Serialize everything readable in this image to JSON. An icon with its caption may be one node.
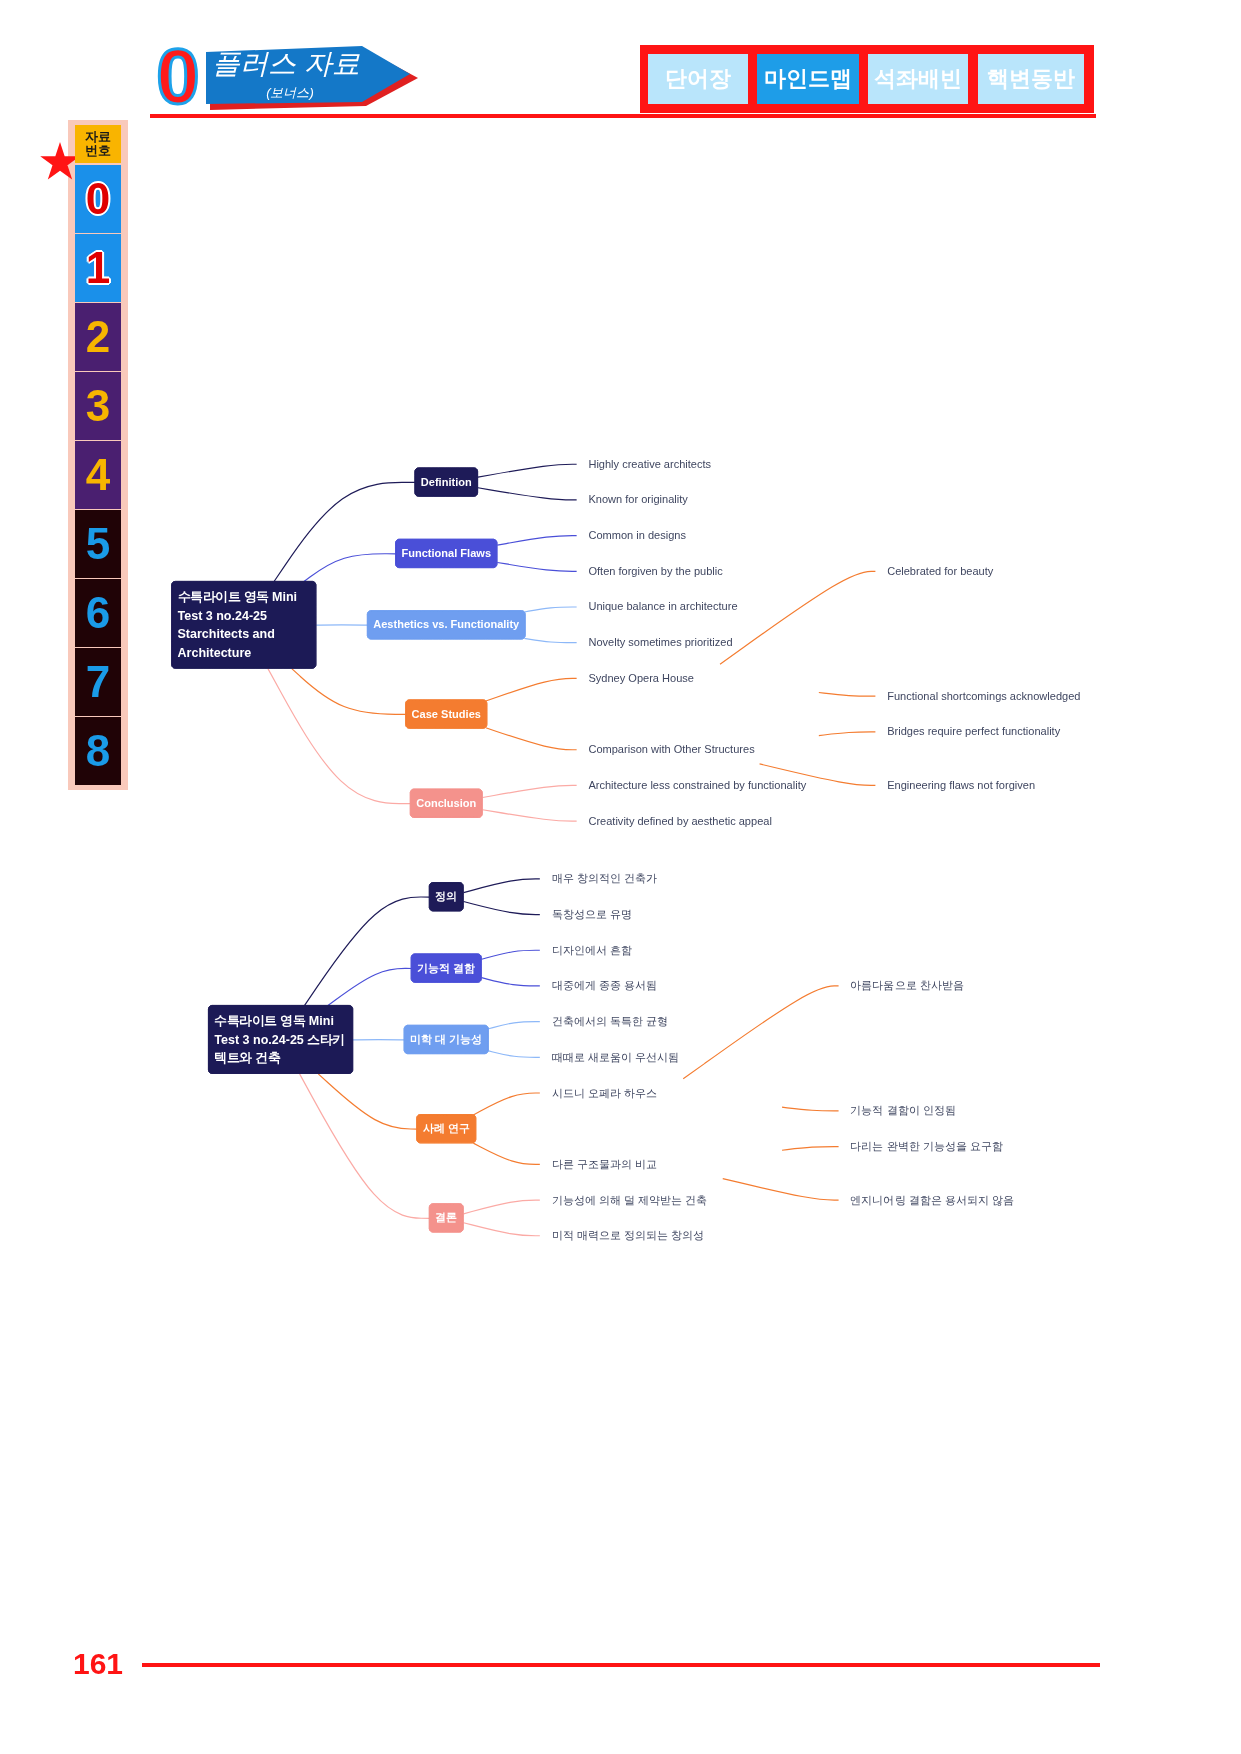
{
  "diagram": {
    "nodes": [
      {
        "text": [
          "수특라이트 영독 Mini Test 3 no.24-25 Starchitects and Architecture"
        ]
      },
      {
        "text": [
          "Definition"
        ]
      },
      {
        "text": [
          "Highly creative architects"
        ]
      },
      {
        "text": [
          "Known for originality"
        ]
      },
      {
        "text": [
          "Functional Flaws"
        ]
      },
      {
        "text": [
          "Common in designs"
        ]
      },
      {
        "text": [
          "Often forgiven by the public"
        ]
      },
      {
        "text": [
          "Aesthetics vs. Functionality"
        ]
      },
      {
        "text": [
          "Unique balance in architecture"
        ]
      },
      {
        "text": [
          "Novelty sometimes prioritized"
        ]
      },
      {
        "text": [
          "Case Studies"
        ]
      },
      {
        "text": [
          "Sydney Opera House"
        ]
      },
      {
        "text": [
          "Celebrated for beauty"
        ]
      },
      {
        "text": [
          "Functional shortcomings acknowledged"
        ]
      },
      {
        "text": [
          "Comparison with Other Structures"
        ]
      },
      {
        "text": [
          "Bridges require perfect functionality"
        ]
      },
      {
        "text": [
          "Engineering flaws not forgiven"
        ]
      },
      {
        "text": [
          "Conclusion"
        ]
      },
      {
        "text": [
          "Architecture less constrained by functionality"
        ]
      },
      {
        "text": [
          "Creativity defined by aesthetic appeal"
        ]
      },
      {
        "text": [
          "수특라이트 영독 Mini Test 3 no.24-25 스타키텍트와 건축"
        ]
      },
      {
        "text": [
          "정의"
        ]
      },
      {
        "text": [
          "매우 창의적인 건축가"
        ]
      },
      {
        "text": [
          "독창성으로 유명"
        ]
      },
      {
        "text": [
          "기능적 결함"
        ]
      },
      {
        "text": [
          "디자인에서 흔함"
        ]
      },
      {
        "text": [
          "대중에게 종종 용서됨"
        ]
      },
      {
        "text": [
          "미학 대 기능성"
        ]
      },
      {
        "text": [
          "건축에서의 독특한 균형"
        ]
      },
      {
        "text": [
          "때때로 새로움이 우선시됨"
        ]
      },
      {
        "text": [
          "사례 연구"
        ]
      },
      {
        "text": [
          "시드니 오페라 하우스"
        ]
      },
      {
        "text": [
          "아름다움으로 찬사받음"
        ]
      },
      {
        "text": [
          "기능적 결함이 인정됨"
        ]
      },
      {
        "text": [
          "다른 구조물과의 비교"
        ]
      },
      {
        "text": [
          "다리는 완벽한 기능성을 요구함"
        ]
      },
      {
        "text": [
          "엔지니어링 결함은 용서되지 않음"
        ]
      },
      {
        "text": [
          "결론"
        ]
      },
      {
        "text": [
          "기능성에 의해 덜 제약받는 건축"
        ]
      },
      {
        "text": [
          "미적 매력으로 정의되는 창의성"
        ]
      }
    ],
    "edges": [
      {
        "from": 0,
        "to": 1,
        "arrow": "none",
        "color": "#1e1b58"
      },
      {
        "from": 1,
        "to": 2,
        "arrow": "none",
        "color": "#1e1b58"
      },
      {
        "from": 1,
        "to": 3,
        "arrow": "none",
        "color": "#1e1b58"
      },
      {
        "from": 0,
        "to": 4,
        "arrow": "none",
        "color": "#4a4fd8"
      },
      {
        "from": 4,
        "to": 5,
        "arrow": "none",
        "color": "#4a4fd8"
      },
      {
        "from": 4,
        "to": 6,
        "arrow": "none",
        "color": "#4a4fd8"
      },
      {
        "from": 0,
        "to": 7,
        "arrow": "none",
        "color": "#8db8f8"
      },
      {
        "from": 7,
        "to": 8,
        "arrow": "none",
        "color": "#8db8f8"
      },
      {
        "from": 7,
        "to": 9,
        "arrow": "none",
        "color": "#8db8f8"
      },
      {
        "from": 0,
        "to": 10,
        "arrow": "none"
      },
      {
        "from": 10,
        "to": 11,
        "arrow": "none"
      },
      {
        "from": 11,
        "to": 12,
        "arrow": "none"
      },
      {
        "from": 11,
        "to": 13,
        "arrow": "none"
      },
      {
        "from": 10,
        "to": 14,
        "arrow": "none"
      },
      {
        "from": 14,
        "to": 15,
        "arrow": "none"
      },
      {
        "from": 14,
        "to": 16,
        "arrow": "none"
      },
      {
        "from": 0,
        "to": 17,
        "arrow": "none",
        "color": "#fbaaa5"
      },
      {
        "from": 17,
        "to": 18,
        "arrow": "none",
        "color": "#fbaaa5"
      },
      {
        "from": 17,
        "to": 19,
        "arrow": "none",
        "color": "#fbaaa5"
      },
      {
        "from": 20,
        "to": 21,
        "arrow": "none",
        "color": "#1e1b58"
      },
      {
        "from": 21,
        "to": 22,
        "arrow": "none",
        "color": "#1e1b58"
      },
      {
        "from": 21,
        "to": 23,
        "arrow": "none",
        "color": "#1e1b58"
      },
      {
        "from": 20,
        "to": 24,
        "arrow": "none",
        "color": "#4a4fd8"
      },
      {
        "from": 24,
        "to": 25,
        "arrow": "none",
        "color": "#4a4fd8"
      },
      {
        "from": 24,
        "to": 26,
        "arrow": "none",
        "color": "#4a4fd8"
      },
      {
        "from": 20,
        "to": 27,
        "arrow": "none",
        "color": "#8db8f8"
      },
      {
        "from": 27,
        "to": 28,
        "arrow": "none",
        "color": "#8db8f8"
      },
      {
        "from": 27,
        "to": 29,
        "arrow": "none",
        "color": "#8db8f8"
      },
      {
        "from": 20,
        "to": 30,
        "arrow": "none"
      },
      {
        "from": 30,
        "to": 31,
        "arrow": "none"
      },
      {
        "from": 31,
        "to": 32,
        "arrow": "none"
      },
      {
        "from": 31,
        "to": 33,
        "arrow": "none"
      },
      {
        "from": 30,
        "to": 34,
        "arrow": "none"
      },
      {
        "from": 34,
        "to": 35,
        "arrow": "none"
      },
      {
        "from": 34,
        "to": 36,
        "arrow": "none"
      },
      {
        "from": 20,
        "to": 37,
        "arrow": "none",
        "color": "#fbaaa5"
      },
      {
        "from": 37,
        "to": 38,
        "arrow": "none",
        "color": "#fbaaa5"
      },
      {
        "from": 37,
        "to": 39,
        "arrow": "none",
        "color": "#fbaaa5"
      }
    ],
    "labels": [
      "0",
      "플러스 자료",
      "(보너스)",
      "단어장",
      "마인드맵",
      "석좌배빈",
      "핵변동반",
      "자료 번호",
      "0",
      "1",
      "2",
      "3",
      "4",
      "5",
      "6",
      "7",
      "8",
      "161"
    ]
  }
}
